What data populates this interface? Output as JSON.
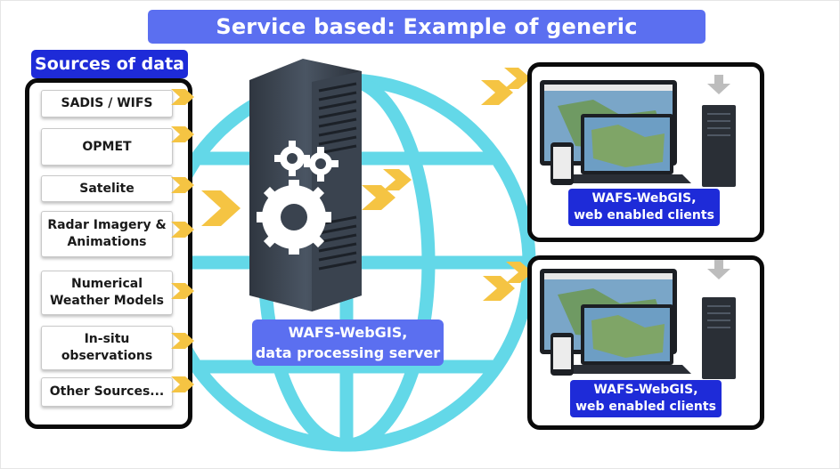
{
  "title": "Service based: Example of generic configuration",
  "sources": {
    "header": "Sources of data",
    "items": [
      {
        "label": "SADIS / WIFS"
      },
      {
        "label": "OPMET"
      },
      {
        "label": "Satelite"
      },
      {
        "label": "Radar Imagery &\nAnimations"
      },
      {
        "label": "Numerical\nWeather Models"
      },
      {
        "label": "In-situ\nobservations"
      },
      {
        "label": "Other Sources..."
      }
    ]
  },
  "server": {
    "label_line1": "WAFS-WebGIS,",
    "label_line2": "data processing server"
  },
  "clients": [
    {
      "label_line1": "WAFS-WebGIS,",
      "label_line2": "web enabled clients"
    },
    {
      "label_line1": "WAFS-WebGIS,",
      "label_line2": "web enabled clients"
    }
  ],
  "colors": {
    "title_bg": "#5b6ff0",
    "header_bg": "#1e2bd8",
    "globe": "#63d8e8",
    "chevron": "#f5c443",
    "panel_border": "#0a0a0a"
  }
}
